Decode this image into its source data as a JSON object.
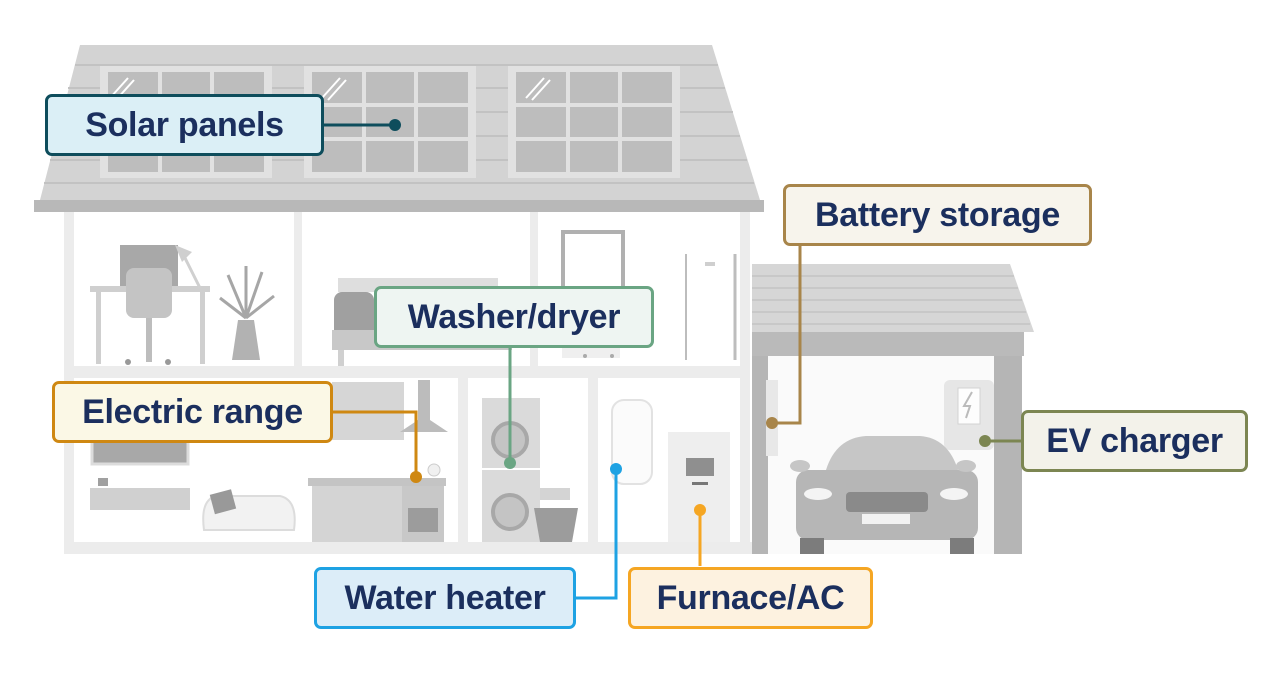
{
  "title": "Home electrification diagram",
  "labels": {
    "solar_panels": {
      "text": "Solar panels",
      "border": "#0e4d5c",
      "fill": "#dbeff6"
    },
    "battery_storage": {
      "text": "Battery storage",
      "border": "#a8854a",
      "fill": "#f7f4ec"
    },
    "washer_dryer": {
      "text": "Washer/dryer",
      "border": "#6aa583",
      "fill": "#eef5f2"
    },
    "electric_range": {
      "text": "Electric range",
      "border": "#cf8812",
      "fill": "#fbf8e6"
    },
    "water_heater": {
      "text": "Water heater",
      "border": "#1ea2e3",
      "fill": "#dcedf8"
    },
    "furnace_ac": {
      "text": "Furnace/AC",
      "border": "#f5a623",
      "fill": "#fdf2e0"
    },
    "ev_charger": {
      "text": "EV charger",
      "border": "#7c8652",
      "fill": "#f3f2ea"
    }
  },
  "colors": {
    "text": "#1b2f5e",
    "roof": "#d0d0d0",
    "roof_edge": "#b4b4b4",
    "wall": "#ececec",
    "garage_frame": "#b5b5b5"
  }
}
